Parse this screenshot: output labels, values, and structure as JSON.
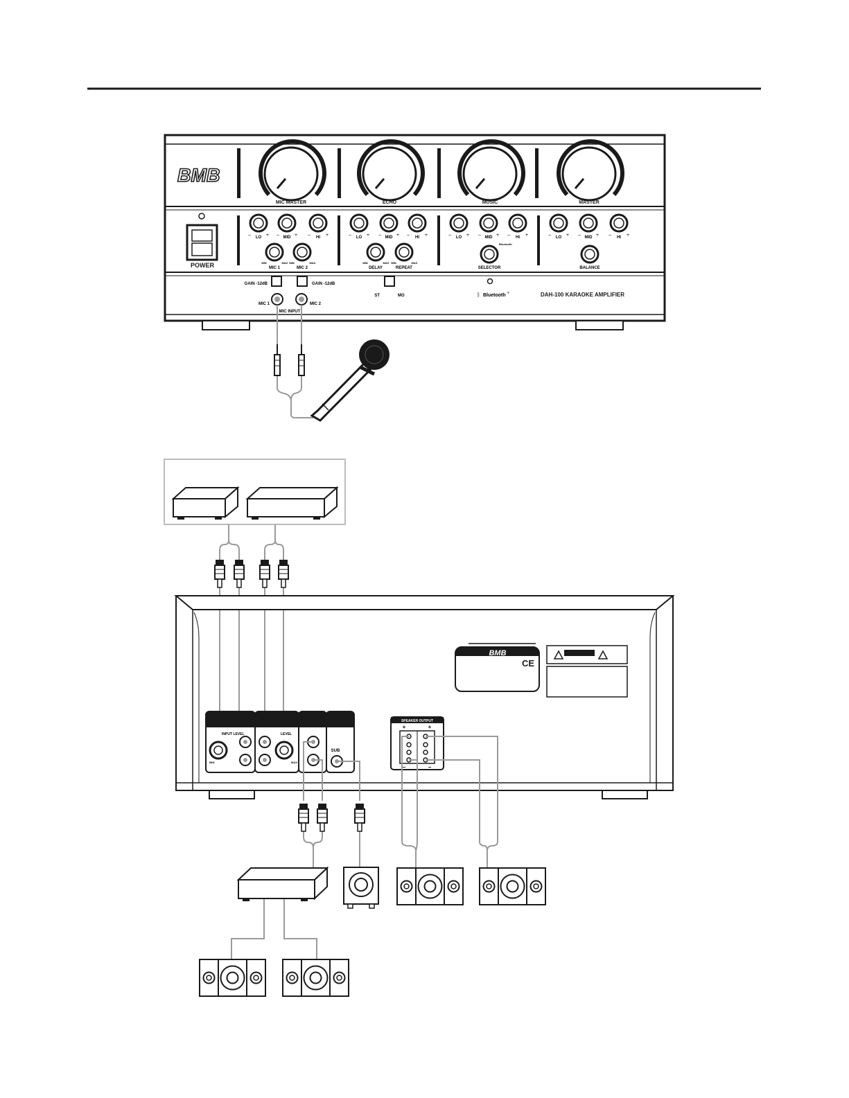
{
  "front_panel": {
    "brand": "BMB",
    "model": "DAH-100  KARAOKE AMPLIFIER",
    "bluetooth_label": "Bluetooth",
    "bluetooth_mark": "®",
    "power_label": "POWER",
    "main_knobs": [
      {
        "label": "MIC MASTER"
      },
      {
        "label": "ECHO"
      },
      {
        "label": "MUSIC"
      },
      {
        "label": "MASTER"
      }
    ],
    "eq": {
      "lo": "LO",
      "mid": "MID",
      "hi": "HI"
    },
    "mic1": "MIC 1",
    "mic2": "MIC 2",
    "delay": "DELAY",
    "repeat": "REPEAT",
    "selector": "SELECTOR",
    "selector_bt": "Bluetooth",
    "balance": "BALANCE",
    "min": "MIN",
    "max": "MAX",
    "gain1": "GAIN -12dB",
    "gain2": "GAIN -12dB",
    "st_mo": "ST",
    "mo": "MO",
    "mic_jack1": "MIC 1",
    "mic_jack2": "MIC 2",
    "mic_input": "MIC INPUT",
    "plus": "+",
    "minus": "−"
  },
  "rear_panel": {
    "brand": "BMB",
    "ce": "CE",
    "input_level": "INPUT LEVEL",
    "level": "LEVEL",
    "sub": "SUB",
    "speaker_output": "SPEAKER OUTPUT",
    "min": "MIN",
    "max": "MAX",
    "plus": "+",
    "minus": "−"
  },
  "colors": {
    "ink": "#1a1a1a",
    "wire": "#9a9a9a",
    "box_border": "#bbbbbb",
    "accent_link": "#3355cc"
  }
}
